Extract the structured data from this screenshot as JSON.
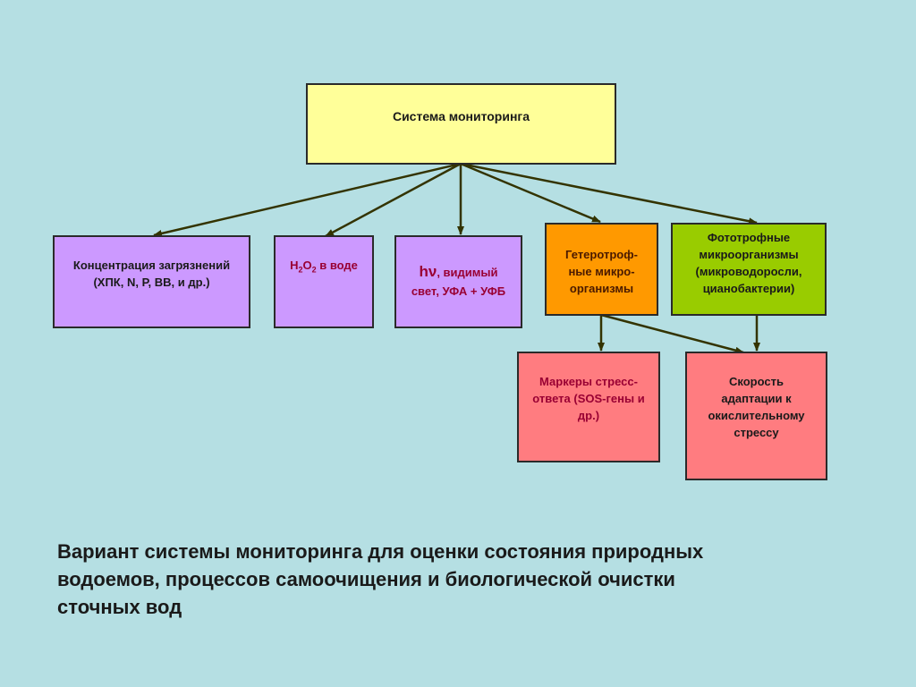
{
  "colors": {
    "background": "#b5dfe3",
    "root": "#ffff99",
    "purple": "#cc99ff",
    "orange": "#ff9900",
    "green": "#99cc00",
    "pink": "#ff7c80",
    "arrow": "#333300",
    "red_text": "#990033"
  },
  "root": {
    "label": "Система мониторинга"
  },
  "nodes": {
    "pollution": {
      "line1": "Концентрация загрязнений",
      "line2": "(ХПК, N, P, ВВ, и др.)"
    },
    "h2o2": {
      "h": "H",
      "sub1": "2",
      "o": "O",
      "sub2": "2",
      "rest": " в воде"
    },
    "light": {
      "hv": "hν",
      "line1_rest": ", видимый",
      "line2": "свет, УФА + УФБ"
    },
    "hetero": {
      "line1": "Гетеротроф-",
      "line2": "ные микро-",
      "line3": "организмы"
    },
    "photo": {
      "line1": "Фототрофные",
      "line2": "микроорганизмы",
      "line3": "(микроводоросли,",
      "line4": "цианобактерии)"
    },
    "markers": {
      "line1": "Маркеры стресс-",
      "line2": "ответа (SOS-гены и",
      "line3": "др.)"
    },
    "rate": {
      "line1": "Скорость",
      "line2": "адаптации к",
      "line3": "окислительному",
      "line4": "стрессу"
    }
  },
  "caption": {
    "line1": "Вариант системы мониторинга для оценки состояния природных",
    "line2": "водоемов, процессов самоочищения и биологической очистки",
    "line3": "сточных вод"
  }
}
